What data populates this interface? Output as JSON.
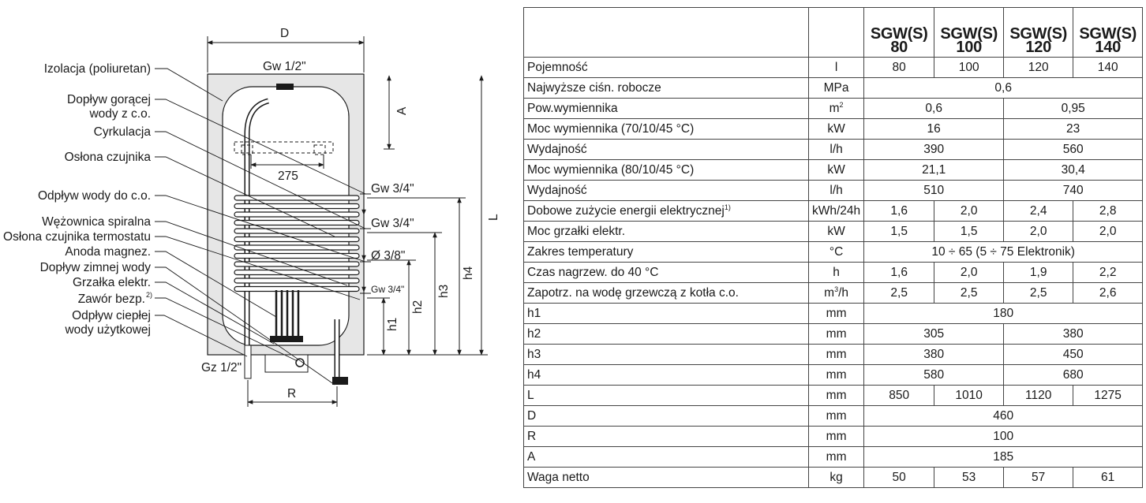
{
  "diagram": {
    "dims": {
      "D": "D",
      "A": "A",
      "L": "L",
      "R": "R",
      "h1": "h1",
      "h2": "h2",
      "h3": "h3",
      "h4": "h4",
      "d275": "275",
      "gw_top": "Gw 1/2\"",
      "gz_bottom": "Gz 1/2\"",
      "gw34_a": "Gw 3/4\"",
      "gw34_b": "Gw 3/4\"",
      "dia38": "Ø 3/8\"",
      "gw34_c": "Gw 3/4\""
    },
    "callouts": [
      "Izolacja (poliuretan)",
      "Dopływ gorącej",
      "wody z c.o.",
      "Cyrkulacja",
      "Osłona czujnika",
      "Odpływ wody do c.o.",
      "Wężownica spiralna",
      "Osłona czujnika termostatu",
      "Anoda magnez.",
      "Dopływ zimnej wody",
      "Grzałka elektr.",
      "Zawór bezp.",
      "Odpływ ciepłej",
      "wody użytkowej"
    ],
    "callout_notes": {
      "zawor": "2)"
    },
    "colors": {
      "insulation": "#e6e6e6",
      "tank": "#ffffff",
      "line": "#1a1a1a"
    }
  },
  "table": {
    "models": [
      {
        "name": "SGW(S)",
        "size": "80"
      },
      {
        "name": "SGW(S)",
        "size": "100"
      },
      {
        "name": "SGW(S)",
        "size": "120"
      },
      {
        "name": "SGW(S)",
        "size": "140"
      }
    ],
    "rows": [
      {
        "param": "Pojemność",
        "unit": "l",
        "values": [
          {
            "v": "80",
            "span": 1
          },
          {
            "v": "100",
            "span": 1
          },
          {
            "v": "120",
            "span": 1
          },
          {
            "v": "140",
            "span": 1
          }
        ]
      },
      {
        "param": "Najwyższe ciśn. robocze",
        "unit": "MPa",
        "values": [
          {
            "v": "0,6",
            "span": 4
          }
        ]
      },
      {
        "param": "Pow.wymiennika",
        "unit": "m",
        "unit_sup": "2",
        "values": [
          {
            "v": "0,6",
            "span": 2
          },
          {
            "v": "0,95",
            "span": 2
          }
        ]
      },
      {
        "param": "Moc wymiennika (70/10/45 °C)",
        "unit": "kW",
        "values": [
          {
            "v": "16",
            "span": 2
          },
          {
            "v": "23",
            "span": 2
          }
        ]
      },
      {
        "param": "Wydajność",
        "unit": "l/h",
        "values": [
          {
            "v": "390",
            "span": 2
          },
          {
            "v": "560",
            "span": 2
          }
        ]
      },
      {
        "param": "Moc wymiennika (80/10/45 °C)",
        "unit": "kW",
        "values": [
          {
            "v": "21,1",
            "span": 2
          },
          {
            "v": "30,4",
            "span": 2
          }
        ]
      },
      {
        "param": "Wydajność",
        "unit": "l/h",
        "values": [
          {
            "v": "510",
            "span": 2
          },
          {
            "v": "740",
            "span": 2
          }
        ]
      },
      {
        "param": "Dobowe zużycie energii elektrycznej",
        "param_sup": "1)",
        "unit": "kWh/24h",
        "values": [
          {
            "v": "1,6",
            "span": 1
          },
          {
            "v": "2,0",
            "span": 1
          },
          {
            "v": "2,4",
            "span": 1
          },
          {
            "v": "2,8",
            "span": 1
          }
        ]
      },
      {
        "param": "Moc grzałki elektr.",
        "unit": "kW",
        "values": [
          {
            "v": "1,5",
            "span": 1
          },
          {
            "v": "1,5",
            "span": 1
          },
          {
            "v": "2,0",
            "span": 1
          },
          {
            "v": "2,0",
            "span": 1
          }
        ]
      },
      {
        "param": "Zakres temperatury",
        "unit": "°C",
        "values": [
          {
            "v": "10 ÷ 65  (5 ÷ 75 Elektronik)",
            "span": 4
          }
        ]
      },
      {
        "param": "Czas nagrzew. do 40 °C",
        "unit": "h",
        "values": [
          {
            "v": "1,6",
            "span": 1
          },
          {
            "v": "2,0",
            "span": 1
          },
          {
            "v": "1,9",
            "span": 1
          },
          {
            "v": "2,2",
            "span": 1
          }
        ]
      },
      {
        "param": "Zapotrz. na wodę grzewczą z kotła c.o.",
        "unit": "m",
        "unit_sup": "3",
        "unit_tail": "/h",
        "values": [
          {
            "v": "2,5",
            "span": 1
          },
          {
            "v": "2,5",
            "span": 1
          },
          {
            "v": "2,5",
            "span": 1
          },
          {
            "v": "2,6",
            "span": 1
          }
        ]
      },
      {
        "param": "h1",
        "unit": "mm",
        "values": [
          {
            "v": "180",
            "span": 4
          }
        ]
      },
      {
        "param": "h2",
        "unit": "mm",
        "values": [
          {
            "v": "305",
            "span": 2
          },
          {
            "v": "380",
            "span": 2
          }
        ]
      },
      {
        "param": "h3",
        "unit": "mm",
        "values": [
          {
            "v": "380",
            "span": 2
          },
          {
            "v": "450",
            "span": 2
          }
        ]
      },
      {
        "param": "h4",
        "unit": "mm",
        "values": [
          {
            "v": "580",
            "span": 2
          },
          {
            "v": "680",
            "span": 2
          }
        ]
      },
      {
        "param": "L",
        "unit": "mm",
        "values": [
          {
            "v": "850",
            "span": 1
          },
          {
            "v": "1010",
            "span": 1
          },
          {
            "v": "1120",
            "span": 1
          },
          {
            "v": "1275",
            "span": 1
          }
        ]
      },
      {
        "param": "D",
        "unit": "mm",
        "values": [
          {
            "v": "460",
            "span": 4
          }
        ]
      },
      {
        "param": "R",
        "unit": "mm",
        "values": [
          {
            "v": "100",
            "span": 4
          }
        ]
      },
      {
        "param": "A",
        "unit": "mm",
        "values": [
          {
            "v": "185",
            "span": 4
          }
        ]
      },
      {
        "param": "Waga netto",
        "unit": "kg",
        "values": [
          {
            "v": "50",
            "span": 1
          },
          {
            "v": "53",
            "span": 1
          },
          {
            "v": "57",
            "span": 1
          },
          {
            "v": "61",
            "span": 1
          }
        ]
      }
    ]
  }
}
